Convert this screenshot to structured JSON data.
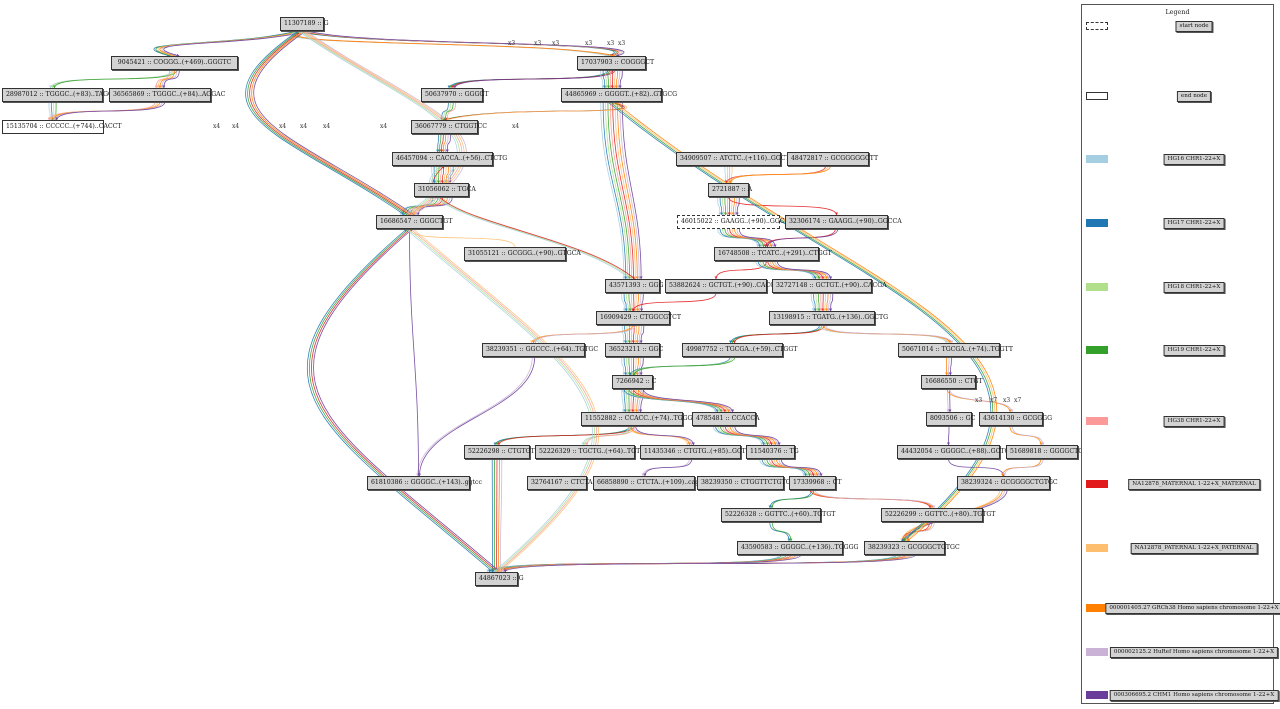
{
  "nodes": [
    {
      "id": "n11307189",
      "label": "11307189 :: G"
    },
    {
      "id": "n9045421",
      "label": "9045421 :: COGGG..(+469)..GGGTC"
    },
    {
      "id": "n17037903",
      "label": "17037903 :: COGGGCT"
    },
    {
      "id": "n28987012",
      "label": "28987012 :: TGGGC..(+83)..TAGGA"
    },
    {
      "id": "n36565869",
      "label": "36565869 :: TGGGC..(+84)..AGGAC"
    },
    {
      "id": "n15135704",
      "label": "15135704 :: CCCCC..(+744)..CACCT"
    },
    {
      "id": "n50637970",
      "label": "50637970 :: GGGGT"
    },
    {
      "id": "n44865969",
      "label": "44865969 :: GGGGT..(+82)..GTGCG"
    },
    {
      "id": "n36067779",
      "label": "36067779 :: CTGGTCC"
    },
    {
      "id": "n46457094",
      "label": "46457094 :: CACCA..(+56)..CTCTG"
    },
    {
      "id": "n31056062",
      "label": "31056062 :: TGCA"
    },
    {
      "id": "n16686547",
      "label": "16686547 :: GGGCTGT"
    },
    {
      "id": "n34909507",
      "label": "34909507 :: ATCTC..(+116)..GGCTC"
    },
    {
      "id": "n48472817",
      "label": "48472817 :: GCGGGGGCTT"
    },
    {
      "id": "n2721887",
      "label": "2721887 :: A"
    },
    {
      "id": "n46015022",
      "label": "46015022 :: GAAGG..(+90)..GGCCG",
      "type": "start"
    },
    {
      "id": "n32306174",
      "label": "32306174 :: GAAGG..(+90)..GGCCA"
    },
    {
      "id": "n16748508",
      "label": "16748508 :: TCATC..(+291)..CTGGT"
    },
    {
      "id": "n31055121",
      "label": "31055121 :: GCGGG..(+90)..GTGCA"
    },
    {
      "id": "n43571393",
      "label": "43571393 :: GGG"
    },
    {
      "id": "n53882624",
      "label": "53882624 :: GCTGT..(+90)..CACGT"
    },
    {
      "id": "n32727148",
      "label": "32727148 :: GCTGT..(+90)..CACGA"
    },
    {
      "id": "n16909429",
      "label": "16909429 :: CTGGCGTCT"
    },
    {
      "id": "n13198915",
      "label": "13198915 :: TGATG..(+136)..GGCTG"
    },
    {
      "id": "n38239351",
      "label": "38239351 :: GGCCC..(+64)..TGTGC"
    },
    {
      "id": "n36523211",
      "label": "36523211 :: GGC"
    },
    {
      "id": "n49987752",
      "label": "49987752 :: TGCGA..(+59)..CTGGT"
    },
    {
      "id": "n50671014",
      "label": "50671014 :: TGCGA..(+74)..TGGTT"
    },
    {
      "id": "n7266942",
      "label": "7266942 :: C"
    },
    {
      "id": "n16686550",
      "label": "16686550 :: CTGT"
    },
    {
      "id": "n11552882",
      "label": "11552882 :: CCACC..(+74)..TGGGG"
    },
    {
      "id": "n4785481",
      "label": "4785481 :: CCACCA"
    },
    {
      "id": "n8093506",
      "label": "8093506 :: GC"
    },
    {
      "id": "n43614130",
      "label": "43614130 :: GCGGGG"
    },
    {
      "id": "n52226298",
      "label": "52226298 :: CTGTGT"
    },
    {
      "id": "n52226329",
      "label": "52226329 :: TGCTG..(+64)..TGTGT"
    },
    {
      "id": "n11435346",
      "label": "11435346 :: CTGTG..(+85)..GCTGG"
    },
    {
      "id": "n11540376",
      "label": "11540376 :: TG"
    },
    {
      "id": "n44432054",
      "label": "44432054 :: GGGGC..(+88)..GCTGG"
    },
    {
      "id": "n51689818",
      "label": "51689818 :: GGGGCTGT"
    },
    {
      "id": "n61810386",
      "label": "61810386 :: GGGGC..(+143)..ggtcc"
    },
    {
      "id": "n32764167",
      "label": "32764167 :: CTCTA"
    },
    {
      "id": "n66858890",
      "label": "66858890 :: CTCTA..(+109)..caggg"
    },
    {
      "id": "n38239350",
      "label": "38239350 :: CTGGTTCTGTGC"
    },
    {
      "id": "n17339968",
      "label": "17339968 :: CT"
    },
    {
      "id": "n38239324",
      "label": "38239324 :: GCGGGGCTGTGC"
    },
    {
      "id": "n52226328",
      "label": "52226328 :: GGTTC..(+60)..TGTGT"
    },
    {
      "id": "n52226299",
      "label": "52226299 :: GGTTC..(+80)..TGTGT"
    },
    {
      "id": "n43590583",
      "label": "43590583 :: GGGGC..(+136)..TGGGG"
    },
    {
      "id": "n38239323",
      "label": "38239323 :: GCGGGCTGTGC"
    },
    {
      "id": "n44867023",
      "label": "44867023 :: G",
      "type": "end"
    }
  ],
  "edge_labels": [
    "x3",
    "x3",
    "x3",
    "x3",
    "x3",
    "x3",
    "x4",
    "x4",
    "x4",
    "x4",
    "x4",
    "x4",
    "x4",
    "x3",
    "x7",
    "x3",
    "x7"
  ],
  "legend": {
    "title": "Legend",
    "items": [
      {
        "label": "start node",
        "kind": "start"
      },
      {
        "label": "end node",
        "kind": "end"
      },
      {
        "label": "HG16 CHR1-22+X",
        "color": "#a6cee3"
      },
      {
        "label": "HG17 CHR1-22+X",
        "color": "#1f78b4"
      },
      {
        "label": "HG18 CHR1-22+X",
        "color": "#b2df8a"
      },
      {
        "label": "HG19 CHR1-22+X",
        "color": "#33a02c"
      },
      {
        "label": "HG38 CHR1-22+X",
        "color": "#fb9a99"
      },
      {
        "label": "NA12878_MATERNAL 1-22+X_MATERNAL",
        "color": "#e31a1c"
      },
      {
        "label": "NA12878_PATERNAL 1-22+X_PATERNAL",
        "color": "#fdbf6f"
      },
      {
        "label": "000001405.27 GRCh38 Homo sapiens chromosome 1-22+X",
        "color": "#ff7f00"
      },
      {
        "label": "000002125.2 HuRef Homo sapiens chromosome 1-22+X",
        "color": "#cab2d6"
      },
      {
        "label": "000306695.2 CHM1 Homo sapiens chromosome 1-22+X",
        "color": "#6a3d9a"
      }
    ]
  }
}
